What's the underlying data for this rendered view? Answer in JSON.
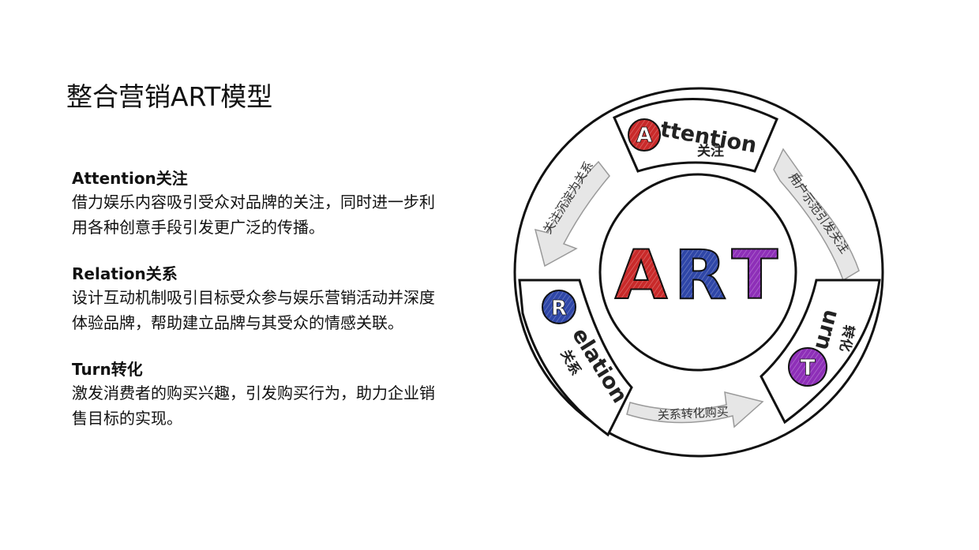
{
  "page": {
    "title": "整合营销ART模型"
  },
  "sections": [
    {
      "heading": "Attention关注",
      "body": "借力娱乐内容吸引受众对品牌的关注，同时进一步利用各种创意手段引发更广泛的传播。"
    },
    {
      "heading": "Relation关系",
      "body": "设计互动机制吸引目标受众参与娱乐营销活动并深度体验品牌，帮助建立品牌与其受众的情感关联。"
    },
    {
      "heading": "Turn转化",
      "body": "激发消费者的购买兴趣，引发购买行为，助力企业销售目标的实现。"
    }
  ],
  "diagram": {
    "center_letters": [
      "A",
      "R",
      "T"
    ],
    "center_colors": [
      "#c92a2a",
      "#2f47a8",
      "#8e2fb8"
    ],
    "nodes": {
      "attention": {
        "letter": "A",
        "rest": "ttention",
        "cn": "关注",
        "color": "#c92a2a"
      },
      "relation": {
        "letter": "R",
        "rest": "elation",
        "cn": "关系",
        "color": "#3a4fae"
      },
      "turn": {
        "letter": "T",
        "rest": "urn",
        "cn": "转化",
        "color": "#8e2fb8"
      }
    },
    "arrows": {
      "right": "用户示范引发关注",
      "left": "关注沉淀为关系",
      "bottom": "关系转化购买"
    },
    "arrow_fill": "#e6e6e6",
    "ink": "#111111"
  }
}
